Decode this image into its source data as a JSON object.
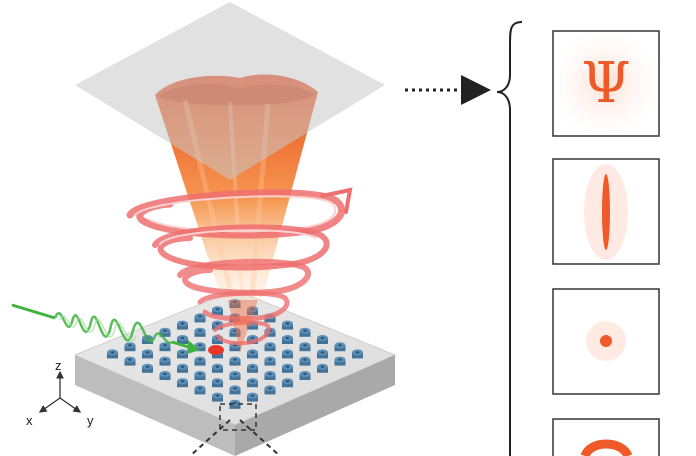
{
  "axes": {
    "z": "z",
    "x": "x",
    "y": "y"
  },
  "panels": [
    {
      "shape": "psi-letter",
      "glyph": "Ψ"
    },
    {
      "shape": "vertical-line"
    },
    {
      "shape": "focal-dot"
    },
    {
      "shape": "arc-partial"
    }
  ],
  "colors": {
    "beam": "#f05a28",
    "helix": "#ef6f6f",
    "pillar": "#5b8fb8",
    "green_wave": "#3fb23f",
    "plane": "#c8c8c8"
  }
}
